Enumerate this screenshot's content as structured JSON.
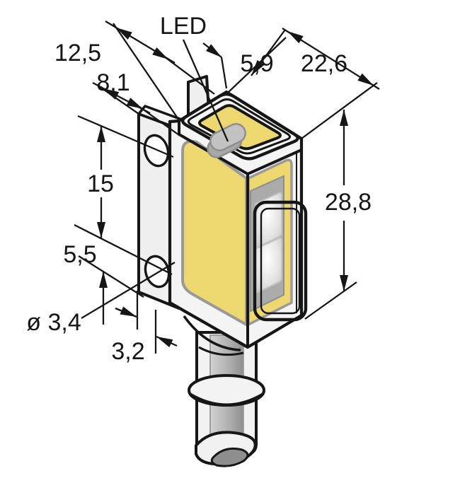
{
  "diagram": {
    "type": "technical-dimension-drawing",
    "subject": "miniature photoelectric sensor with mounting bracket, isometric view",
    "led_label": "LED",
    "dims": {
      "top_width": "12,5",
      "bracket_width": "8,1",
      "led_window_width": "5,9",
      "housing_depth": "22,6",
      "hole_spacing": "15",
      "housing_height": "28,8",
      "hole_to_bottom": "5,5",
      "hole_diameter": "ø 3,4",
      "bracket_thickness": "3,2"
    },
    "colors": {
      "line_black": "#161616",
      "body_yellow": "#EDD76F",
      "outline_gray": "#999999",
      "bracket_gray": "#EFEFEF",
      "housing_gray": "#F4F4F4",
      "rim_gray": "#F6F6F6",
      "led_gray": "#C2C2C2",
      "lens_frame_gray": "#ABABAB",
      "cable_gray": "#A9A9A9"
    }
  }
}
